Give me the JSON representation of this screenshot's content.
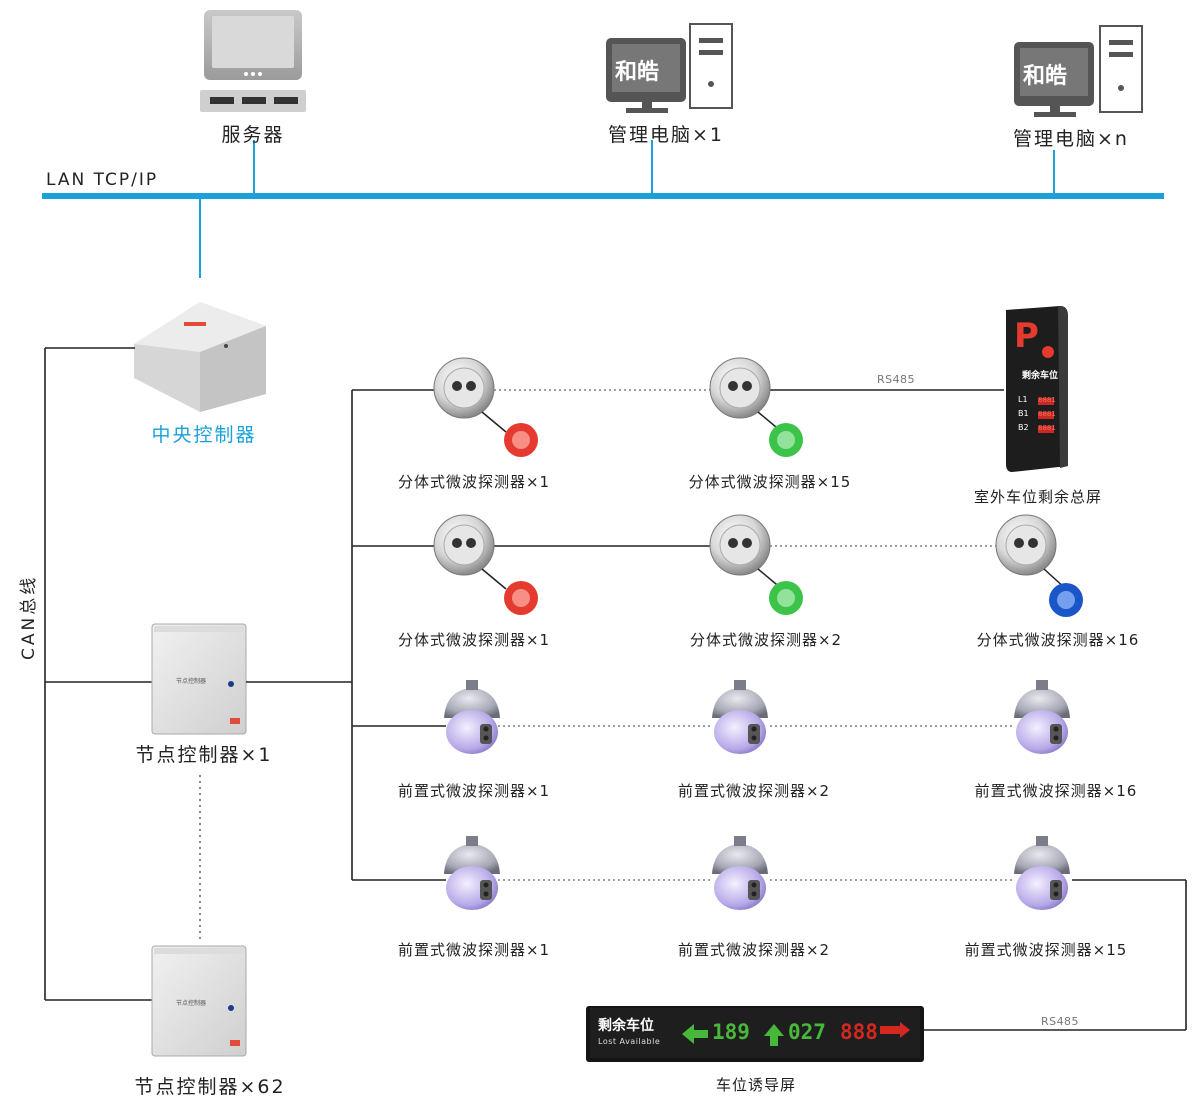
{
  "network": {
    "lan_label": "LAN TCP/IP",
    "can_label": "CAN总线"
  },
  "top": {
    "server": "服务器",
    "pc1": "管理电脑×1",
    "pcn": "管理电脑×n",
    "monitor_brand": "和皓"
  },
  "controllers": {
    "central": "中央控制器",
    "node1": "节点控制器×1",
    "node62": "节点控制器×62",
    "box_text": "节点控制器"
  },
  "rows": {
    "r1": [
      "分体式微波探测器×1",
      "分体式微波探测器×15"
    ],
    "r2": [
      "分体式微波探测器×1",
      "分体式微波探测器×2",
      "分体式微波探测器×16"
    ],
    "r3": [
      "前置式微波探测器×1",
      "前置式微波探测器×2",
      "前置式微波探测器×16"
    ],
    "r4": [
      "前置式微波探测器×1",
      "前置式微波探测器×2",
      "前置式微波探测器×15"
    ]
  },
  "rs485": [
    "RS485",
    "RS485"
  ],
  "outdoor_screen": {
    "label": "室外车位剩余总屏",
    "p": "P",
    "title": "剩余车位",
    "rows": [
      {
        "level": "L1",
        "value": "8881"
      },
      {
        "level": "B1",
        "value": "8881"
      },
      {
        "level": "B2",
        "value": "8881"
      }
    ]
  },
  "guide_screen": {
    "label": "车位诱导屏",
    "title": "剩余车位",
    "subtitle": "Lost Available",
    "left_arrow_value": "189",
    "up_arrow_value": "027",
    "right_value": "888"
  },
  "colors": {
    "lan": "#1aa0da",
    "led_red": "#e53a2f",
    "led_green": "#3cc44a",
    "led_blue": "#1a56c8"
  }
}
